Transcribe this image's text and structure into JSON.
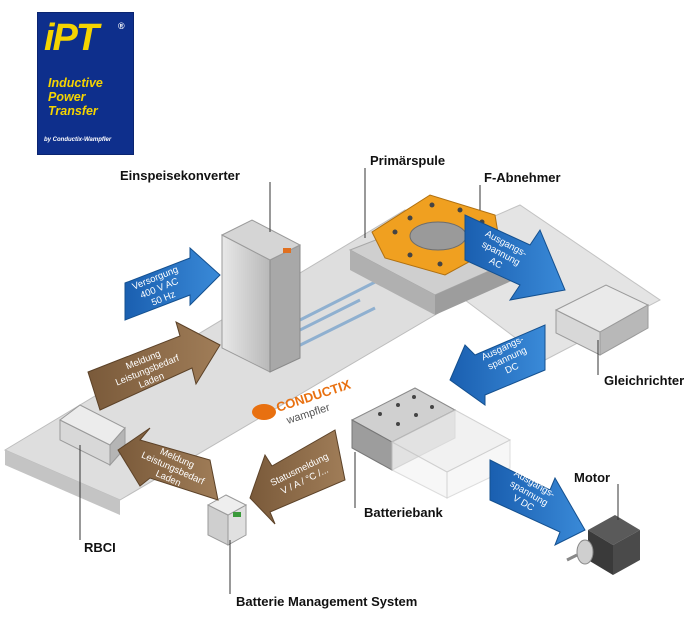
{
  "logo": {
    "mark": "iPT",
    "reg": "®",
    "line1": "Inductive",
    "line2": "Power",
    "line3": "Transfer",
    "by": "by Conductix-Wampfler"
  },
  "labels": {
    "einspeisekonverter": "Einspeisekonverter",
    "primaerspule": "Primärspule",
    "f_abnehmer": "F-Abnehmer",
    "gleichrichter": "Gleichrichter",
    "motor": "Motor",
    "batteriebank": "Batteriebank",
    "rbci": "RBCI",
    "bms": "Batterie Management System"
  },
  "arrows": {
    "versorgung": [
      "Versorgung",
      "400 V AC",
      "50 Hz"
    ],
    "meldung_top": [
      "Meldung",
      "Leistungsbedarf",
      "Laden"
    ],
    "meldung_bottom": [
      "Meldung",
      "Leistungsbedarf",
      "Laden"
    ],
    "ausgang_ac": [
      "Ausgangs-",
      "spannung",
      "AC"
    ],
    "ausgang_dc1": [
      "Ausgangs-",
      "spannung",
      "DC"
    ],
    "ausgang_dc2": [
      "Ausgangs-",
      "spannung",
      "V DC"
    ],
    "status": [
      "Statusmeldung",
      "V / A / °C /..."
    ]
  },
  "brand": {
    "name": "CONDUCTIX",
    "sub": "wampfler"
  },
  "colors": {
    "blue_arrow": "#1f6fc2",
    "brown_arrow": "#8a6a4a",
    "floor": "#dcdcdc",
    "logo_bg": "#0e2f8c",
    "logo_text": "#f5d400",
    "coil_orange": "#f0a020",
    "brand_orange": "#e87010"
  }
}
